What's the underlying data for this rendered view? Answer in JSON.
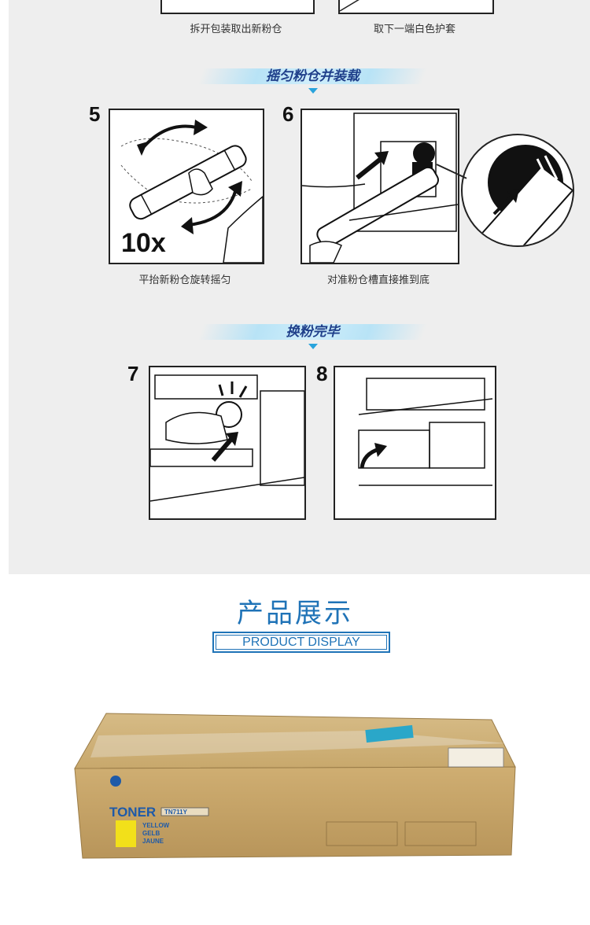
{
  "top_captions": {
    "left": "拆开包装取出新粉仓",
    "right": "取下一端白色护套"
  },
  "sections": [
    {
      "title": "摇匀粉仓并装载"
    },
    {
      "title": "换粉完毕"
    }
  ],
  "steps": [
    {
      "number": "5",
      "caption": "平抬新粉仓旋转摇匀",
      "shake_count": "10x"
    },
    {
      "number": "6",
      "caption": "对准粉仓槽直接推到底"
    },
    {
      "number": "7",
      "caption": ""
    },
    {
      "number": "8",
      "caption": ""
    }
  ],
  "product": {
    "title_cn": "产品展示",
    "title_en": "PRODUCT DISPLAY",
    "box": {
      "label_toner": "TONER",
      "model": "TN711Y",
      "color_lines": [
        "YELLOW",
        "GELB",
        "JAUNE"
      ]
    }
  },
  "colors": {
    "accent_blue": "#1f73b7",
    "banner_text": "#1f3f8a",
    "box_brown": "#c9a86e",
    "toner_yellow": "#f2e01a"
  }
}
